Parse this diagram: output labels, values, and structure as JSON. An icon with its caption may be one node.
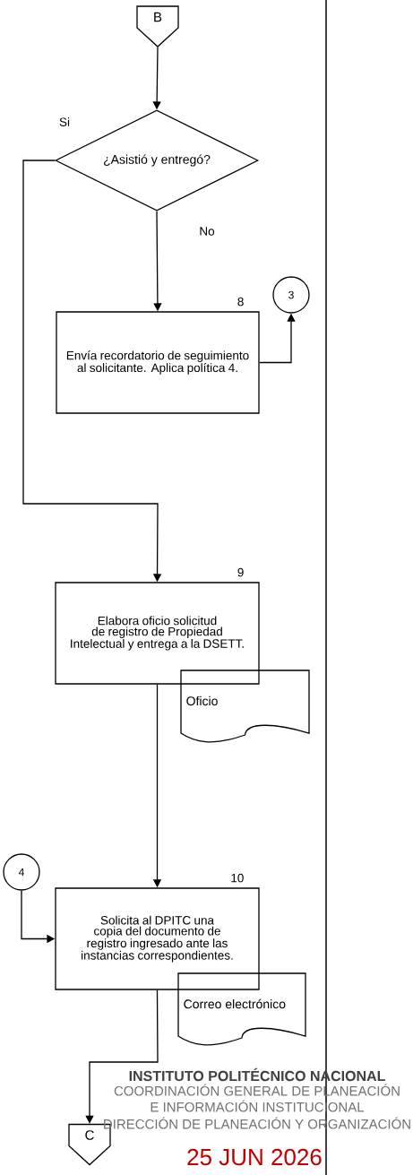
{
  "diagram": {
    "nodes": [
      {
        "text": [
          "B"
        ]
      },
      {
        "text": [
          "¿Asistió y entregó?"
        ]
      },
      {
        "text": [
          "Envía recordatorio de seguimiento al solicitante. Aplica política 4."
        ],
        "beside": [
          "8"
        ]
      },
      {
        "text": [
          "3"
        ]
      },
      {
        "text": [
          "Elabora oficio solicitud de registro de Propiedad Intelectual y entrega a la DSETT."
        ],
        "beside": [
          "9"
        ]
      },
      {
        "text": [
          "Oficio"
        ]
      },
      {
        "text": [
          "4"
        ]
      },
      {
        "text": [
          "Solicita al DPITC una copia del documento de registro ingresado ante las instancias correspondientes."
        ],
        "beside": [
          "10"
        ]
      },
      {
        "text": [
          "Correo electrónico"
        ]
      },
      {
        "text": [
          "C"
        ]
      }
    ],
    "edges": [
      {
        "from": 0,
        "to": 1,
        "arrow": "to"
      },
      {
        "from": 1,
        "to": 4,
        "arrow": "to",
        "label": "Si"
      },
      {
        "from": 1,
        "to": 2,
        "arrow": "to",
        "label": "No"
      },
      {
        "from": 2,
        "to": 3,
        "arrow": "to"
      },
      {
        "from": 4,
        "to": 7,
        "arrow": "to"
      },
      {
        "from": 6,
        "to": 7,
        "arrow": "to"
      },
      {
        "from": 7,
        "to": 9,
        "arrow": "to"
      }
    ],
    "labels": [
      "INSTITUTO POLITÉCNICO NACIONAL",
      "COORDINACIÓN GENERAL DE PLANEACIÓN",
      "E INFORMACIÓN INSTITUCIONAL",
      "DIRECCIÓN DE PLANEACIÓN Y ORGANIZACIÓN",
      "25 JUN 2026"
    ]
  }
}
